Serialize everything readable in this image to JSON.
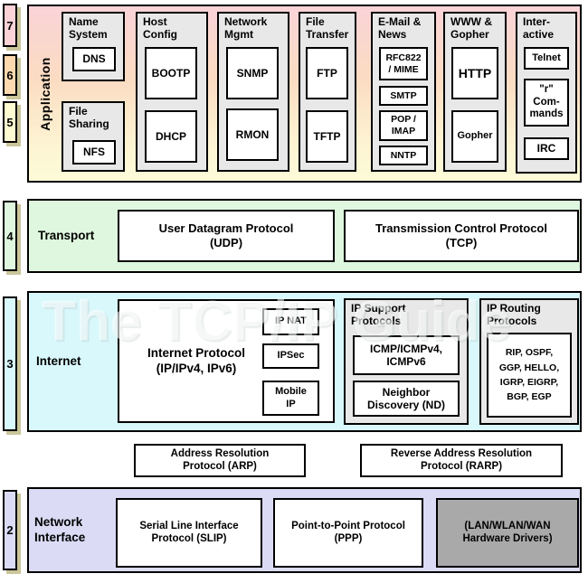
{
  "watermark": "The TCP/IP Guide",
  "layer_numbers": {
    "l7": "7",
    "l6": "6",
    "l5": "5",
    "l4": "4",
    "l3": "3",
    "l2": "2"
  },
  "application": {
    "label": "Application",
    "groups": [
      {
        "title": "Name\nSystem",
        "items": [
          "DNS"
        ]
      },
      {
        "title": "File\nSharing",
        "items": [
          "NFS"
        ]
      },
      {
        "title": "Host\nConfig",
        "items": [
          "BOOTP",
          "DHCP"
        ]
      },
      {
        "title": "Network\nMgmt",
        "items": [
          "SNMP",
          "RMON"
        ]
      },
      {
        "title": "File\nTransfer",
        "items": [
          "FTP",
          "TFTP"
        ]
      },
      {
        "title": "E-Mail &\nNews",
        "items": [
          "RFC822\n/ MIME",
          "SMTP",
          "POP /\nIMAP",
          "NNTP"
        ]
      },
      {
        "title": "WWW &\nGopher",
        "items": [
          "HTTP",
          "Gopher"
        ]
      },
      {
        "title": "Inter-\nactive",
        "items": [
          "Telnet",
          "\"r\"\nCom-\nmands",
          "IRC"
        ]
      }
    ]
  },
  "transport": {
    "label": "Transport",
    "udp": "User Datagram Protocol\n(UDP)",
    "tcp": "Transmission Control Protocol\n(TCP)"
  },
  "internet": {
    "label": "Internet",
    "ip": "Internet Protocol\n(IP/IPv4, IPv6)",
    "ip_sub": [
      "IP NAT",
      "IPSec",
      "Mobile\nIP"
    ],
    "support_title": "IP Support\nProtocols",
    "support_items": [
      "ICMP/ICMPv4,\nICMPv6",
      "Neighbor\nDiscovery (ND)"
    ],
    "routing_title": "IP Routing\nProtocols",
    "routing_list": "RIP, OSPF,\nGGP, HELLO,\nIGRP, EIGRP,\nBGP, EGP",
    "arp": "Address Resolution\nProtocol (ARP)",
    "rarp": "Reverse Address Resolution\nProtocol (RARP)"
  },
  "network_interface": {
    "label": "Network\nInterface",
    "slip": "Serial Line Interface\nProtocol (SLIP)",
    "ppp": "Point-to-Point Protocol\n(PPP)",
    "hw": "(LAN/WLAN/WAN\nHardware Drivers)"
  },
  "colors": {
    "layer7": "#fad2d7",
    "layer6": "#fcd9ae",
    "layer5": "#fdfbd2",
    "transport": "#def7de",
    "internet": "#d9f8fb",
    "network": "#dbdbf6",
    "group_bg": "#e8e8e8",
    "hardware_bg": "#a9a9a9",
    "shadow": "#cbc69b",
    "border": "#000000"
  }
}
